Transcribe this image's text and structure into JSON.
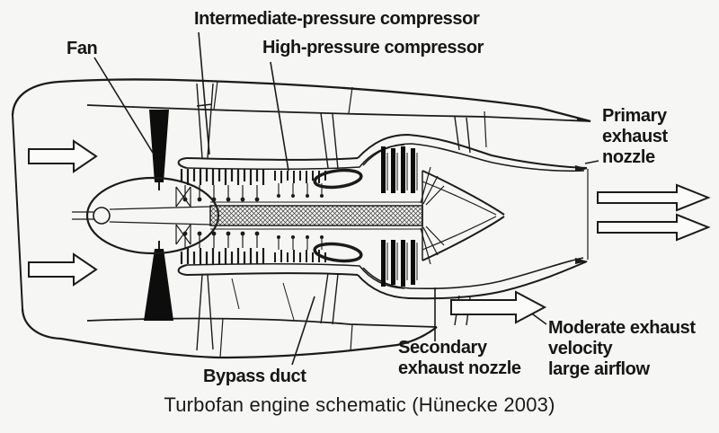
{
  "figure": {
    "caption": "Turbofan engine schematic (Hünecke 2003)",
    "labels": {
      "fan": "Fan",
      "ip_compressor": "Intermediate-pressure compressor",
      "hp_compressor": "High-pressure compressor",
      "primary_nozzle": "Primary\nexhaust\nnozzle",
      "secondary_nozzle": "Secondary\nexhaust nozzle",
      "bypass_duct": "Bypass duct",
      "moderate_exhaust": "Moderate exhaust\nvelocity\nlarge airflow"
    },
    "arrows": {
      "inlet_airflow": "two hollow right arrows at engine inlet",
      "primary_exhaust": "two hollow right arrows at primary nozzle exit",
      "bypass_exhaust": "one hollow right arrow at secondary nozzle exit"
    },
    "colors": {
      "line": "#1b1b1b",
      "background": "#f6f6f4",
      "fan_fill": "#0d0d0d",
      "arrow_fill": "#fbfbf9"
    }
  }
}
